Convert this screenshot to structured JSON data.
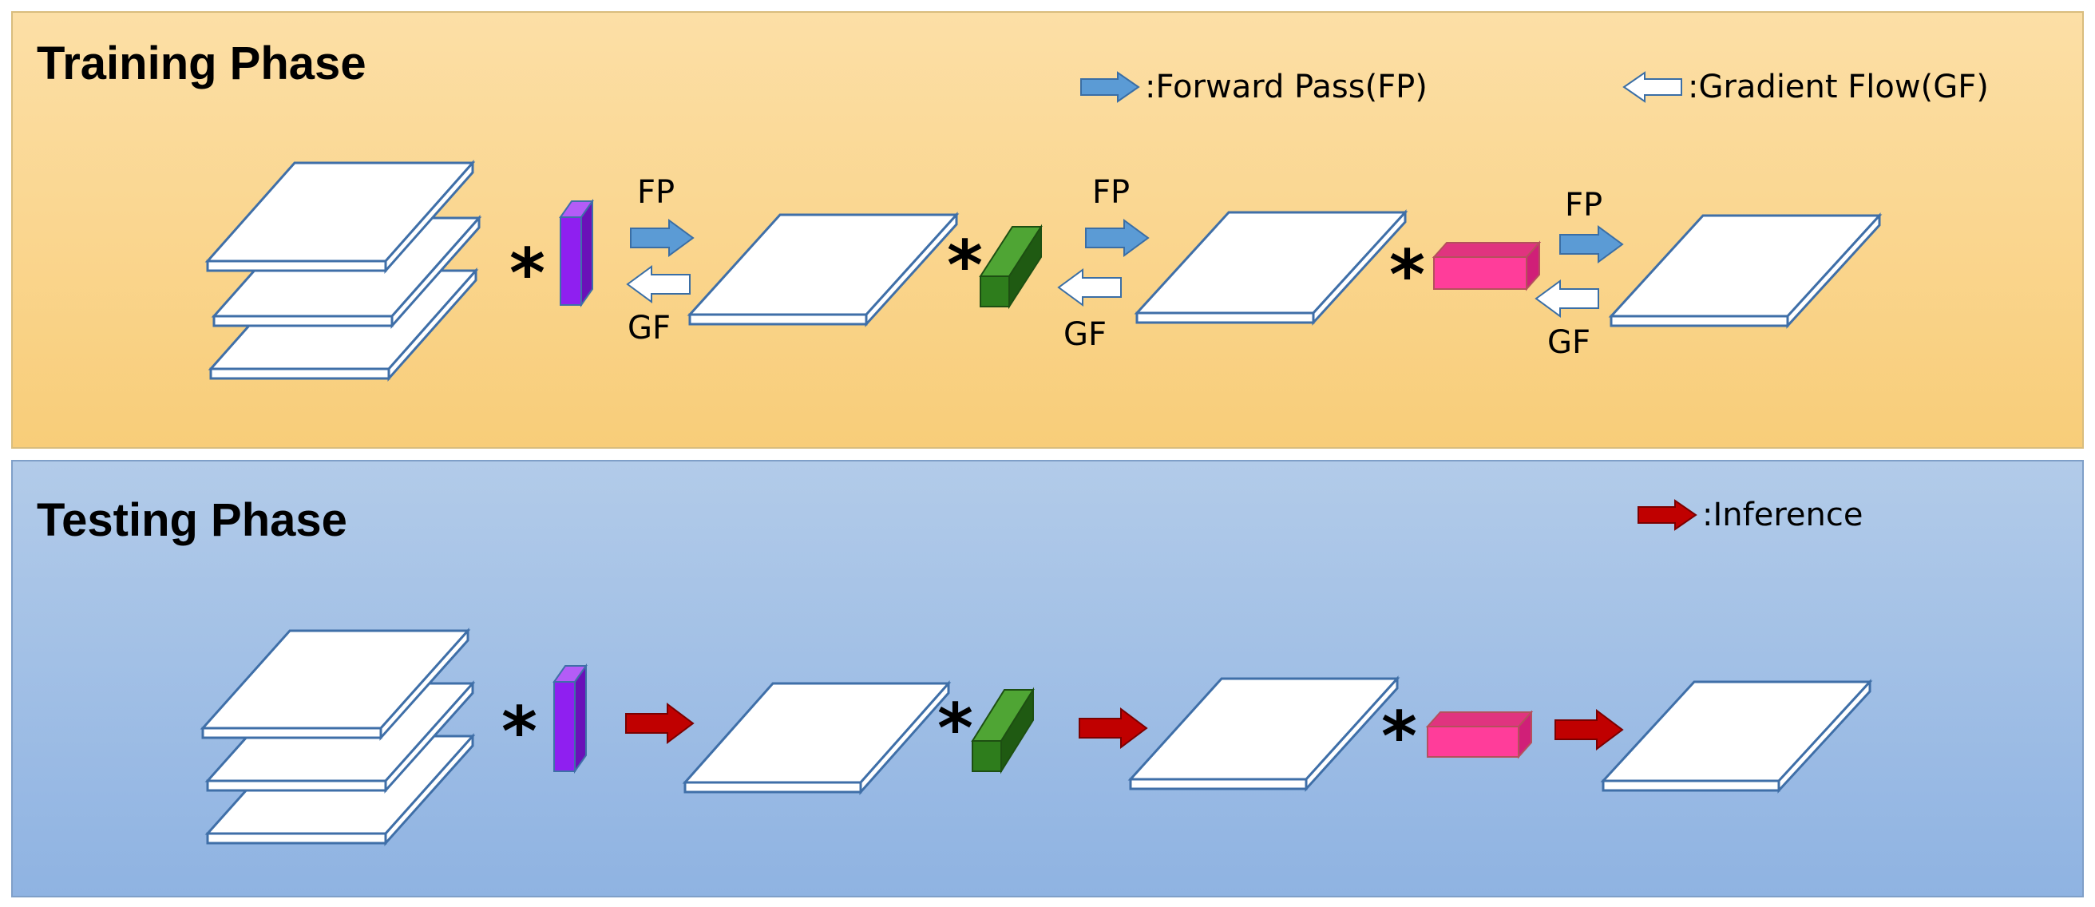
{
  "training": {
    "title": "Training Phase",
    "legend_fp": ":Forward Pass(FP)",
    "legend_gf": ":Gradient Flow(GF)",
    "fp_label": "FP",
    "gf_label": "GF",
    "conv_symbol": "*"
  },
  "testing": {
    "title": "Testing Phase",
    "legend_inference": ":Inference",
    "conv_symbol": "*"
  },
  "colors": {
    "training_bg": "#f9d488",
    "testing_bg": "#a0bfe6",
    "fp_arrow": "#5b9bd5",
    "gf_arrow": "#ffffff",
    "inference_arrow": "#c00000",
    "kernel_purple": "#8f1ff0",
    "kernel_green": "#2e7d1c",
    "kernel_pink": "#ff3d9a",
    "layer_outline": "#3f6fa8"
  }
}
